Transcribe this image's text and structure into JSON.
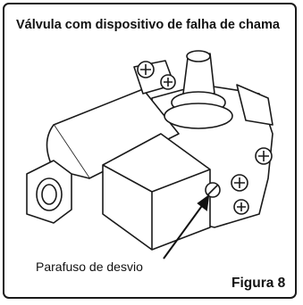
{
  "figure": {
    "title": "Válvula com dispositivo de falha de chama",
    "callout_label": "Parafuso de desvio",
    "figure_label": "Figura 8"
  }
}
